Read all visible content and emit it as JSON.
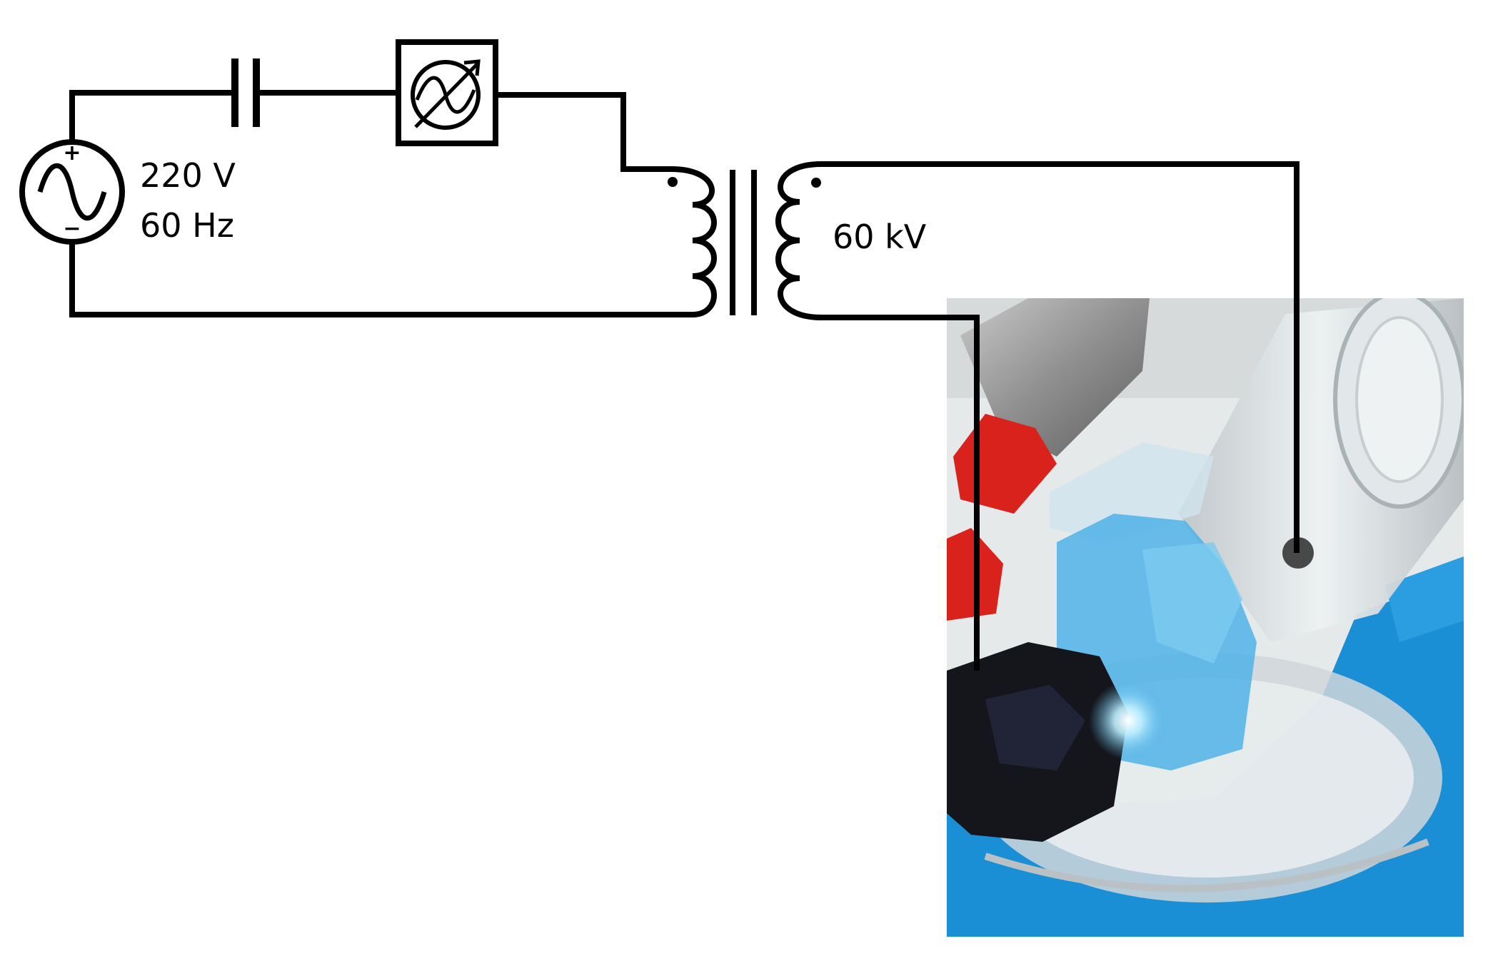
{
  "source": {
    "voltage_label": "220 V",
    "frequency_label": "60 Hz",
    "plus_sign": "+",
    "minus_sign": "−"
  },
  "transformer": {
    "secondary_label": "60 kV"
  },
  "colors": {
    "wire": "#000000",
    "background": "#ffffff",
    "photo_backdrop": "#1b8fd6",
    "red_clip": "#d9221c",
    "plasma_blue": "#4fb3e8",
    "glass": "#dde3e6"
  },
  "components": [
    "ac-source",
    "capacitor",
    "variac",
    "transformer",
    "reactor-photo"
  ]
}
